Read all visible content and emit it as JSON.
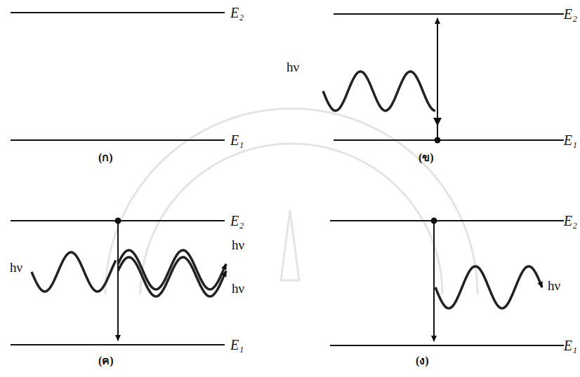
{
  "diagram": {
    "labels": [
      "E₂",
      "E₁",
      "(ก)",
      "E₂",
      "hν",
      "E₁",
      "(ข)",
      "E₂",
      "hν",
      "hν",
      "hν",
      "E₁",
      "(ค)",
      "E₂",
      "hν",
      "E₁",
      "(ง)"
    ]
  }
}
